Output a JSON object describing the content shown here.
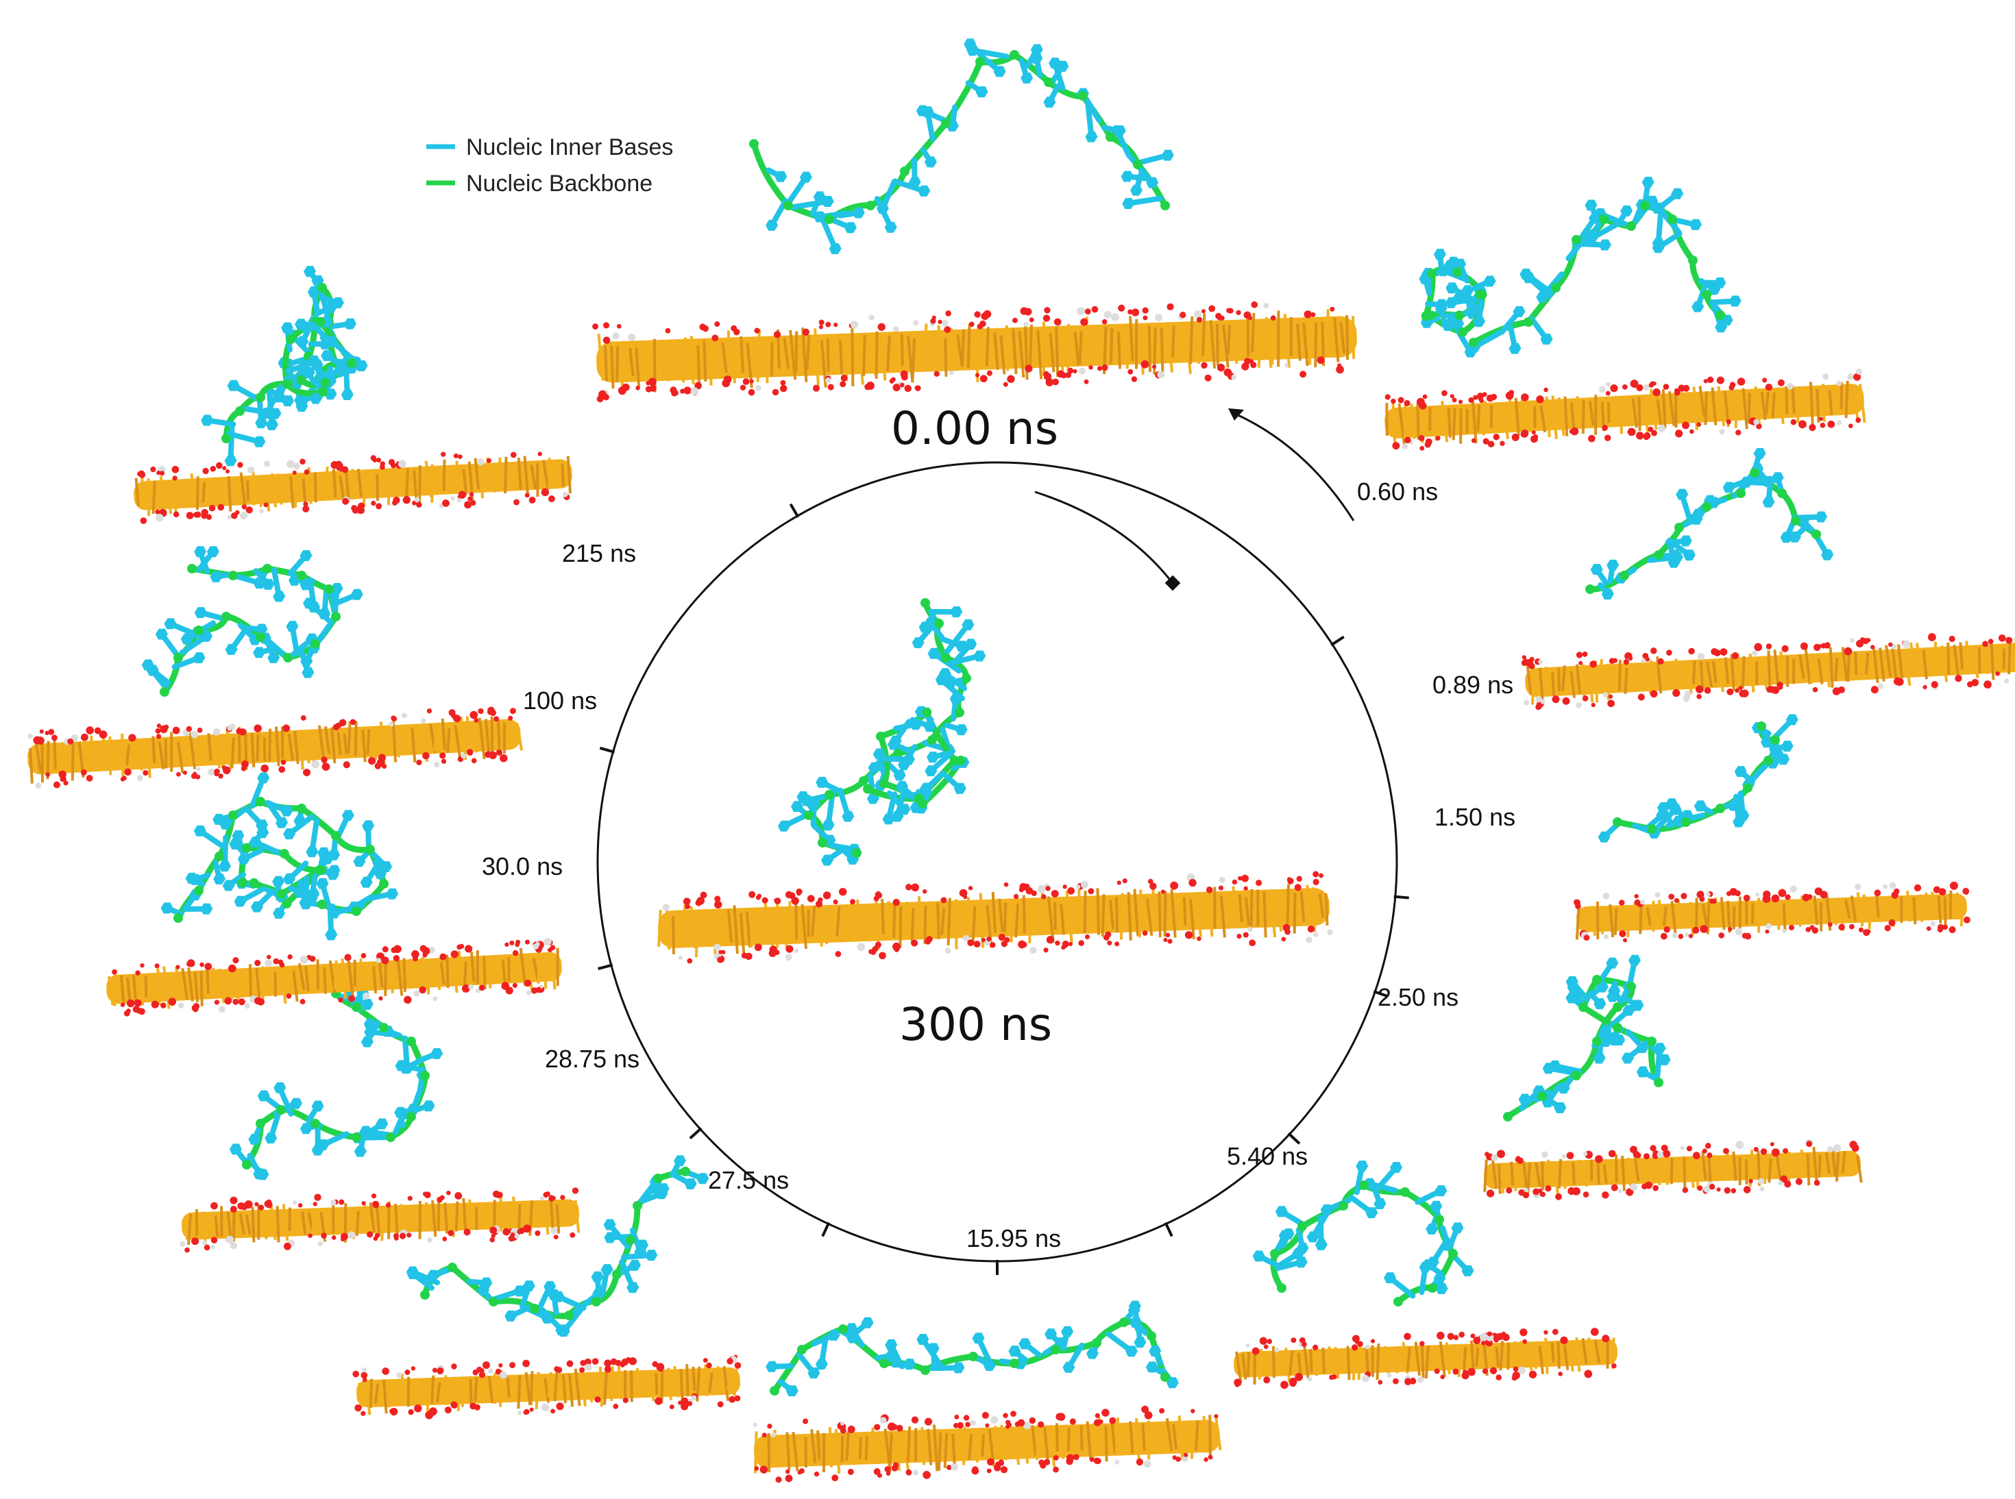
{
  "legend": {
    "items": [
      {
        "label": "Nucleic Inner Bases",
        "color": "#22c3e6"
      },
      {
        "label": "Nucleic Backbone",
        "color": "#22d34a"
      }
    ]
  },
  "labels": {
    "start": "0.00 ns",
    "end": "300 ns"
  },
  "timeline": [
    {
      "label": "0.60 ns"
    },
    {
      "label": "0.89 ns"
    },
    {
      "label": "1.50 ns"
    },
    {
      "label": "2.50 ns"
    },
    {
      "label": "5.40 ns"
    },
    {
      "label": "15.95 ns"
    },
    {
      "label": "27.5 ns"
    },
    {
      "label": "28.75 ns"
    },
    {
      "label": "30.0 ns"
    },
    {
      "label": "100 ns"
    },
    {
      "label": "215 ns"
    }
  ],
  "colors": {
    "bases": "#22c3e6",
    "backbone": "#22d34a",
    "sheet": "#f2b01e",
    "sheet_dark": "#d9901a",
    "oxygen": "#ee2222",
    "circle": "#111111"
  }
}
